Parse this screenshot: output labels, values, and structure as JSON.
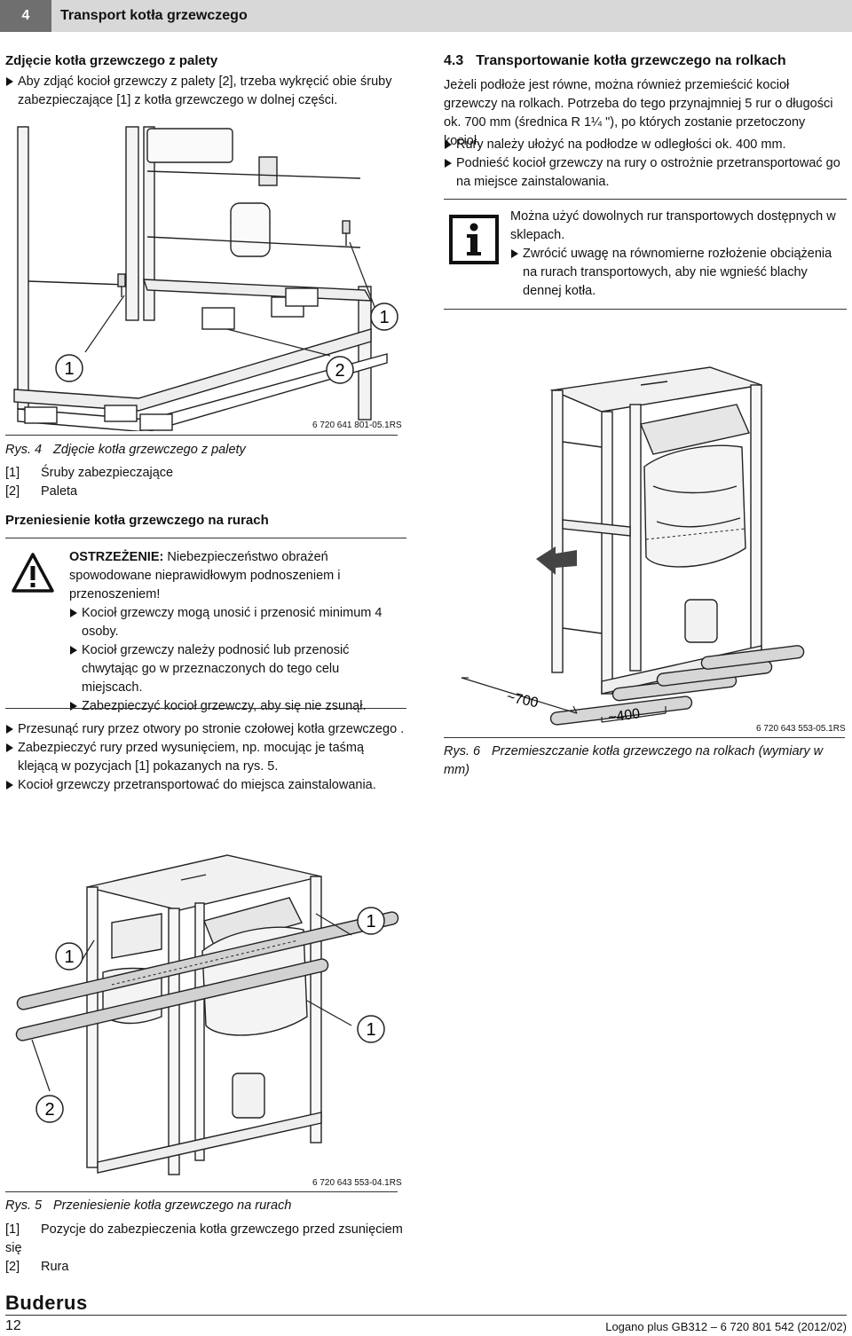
{
  "header": {
    "chapter_number": "4",
    "chapter_title": "Transport kotła grzewczego"
  },
  "left": {
    "pallet_heading": "Zdjęcie kotła grzewczego z palety",
    "pallet_step": "Aby zdjąć kocioł grzewczy z palety [2], trzeba wykręcić obie śruby zabezpieczające [1] z kotła grzewczego w dolnej części.",
    "fig4": {
      "code": "6 720 641 801-05.1RS",
      "markers": [
        "1",
        "1",
        "2"
      ]
    },
    "fig4_caption_label": "Rys. 4",
    "fig4_caption_text": "Zdjęcie kotła grzewczego z palety",
    "fig4_legend": [
      {
        "key": "[1]",
        "text": "Śruby zabezpieczające"
      },
      {
        "key": "[2]",
        "text": "Paleta"
      }
    ],
    "pipes_heading": "Przeniesienie kotła grzewczego na rurach",
    "warning": {
      "title": "OSTRZEŻENIE:",
      "text": "Niebezpieczeństwo obrażeń spowodowane nieprawidłowym podnoszeniem i przenoszeniem!",
      "bullets": [
        "Kocioł grzewczy mogą unosić i przenosić minimum 4 osoby.",
        "Kocioł grzewczy należy podnosić lub przenosić chwytając go w przeznaczonych do tego celu miejscach.",
        "Zabezpieczyć kocioł grzewczy, aby się nie zsunął."
      ]
    },
    "pipe_steps": [
      "Przesunąć rury przez otwory po stronie czołowej kotła grzewczego .",
      "Zabezpieczyć rury przed wysunięciem, np. mocując je taśmą klejącą w pozycjach [1] pokazanych na rys. 5.",
      "Kocioł grzewczy przetransportować do miejsca zainstalowania."
    ]
  },
  "right": {
    "section_number": "4.3",
    "section_title": "Transportowanie kotła grzewczego na rolkach",
    "intro": "Jeżeli podłoże jest równe, można również przemieścić kocioł grzewczy na rolkach. Potrzeba do tego przynajmniej 5 rur o długości ok. 700 mm (średnica R 1¼ \"), po których zostanie przetoczony kocioł.",
    "steps": [
      "Rury należy ułożyć na podłodze w odległości ok. 400 mm.",
      "Podnieść kocioł grzewczy na rury o ostrożnie przetransportować go na miejsce zainstalowania."
    ],
    "info": {
      "text": "Można użyć dowolnych rur transportowych dostępnych w sklepach.",
      "bullet": "Zwrócić uwagę na równomierne rozłożenie obciążenia na rurach transportowych, aby nie wgnieść blachy dennej kotła."
    },
    "fig6": {
      "code": "6 720 643 553-05.1RS",
      "dim1": "~700",
      "dim2": "~400"
    },
    "fig6_caption_label": "Rys. 6",
    "fig6_caption_text": "Przemieszczanie kotła grzewczego na rolkach (wymiary w mm)"
  },
  "fig5": {
    "code": "6 720 643 553-04.1RS",
    "markers": [
      "1",
      "1",
      "1",
      "2"
    ]
  },
  "fig5_caption_label": "Rys. 5",
  "fig5_caption_text": "Przeniesienie kotła grzewczego na rurach",
  "fig5_legend": [
    {
      "key": "[1]",
      "text": "Pozycje do zabezpieczenia kotła grzewczego przed zsunięciem się"
    },
    {
      "key": "[2]",
      "text": "Rura"
    }
  ],
  "footer": {
    "brand": "Buderus",
    "page_number": "12",
    "doc_ref": "Logano plus GB312 – 6 720 801 542 (2012/02)"
  }
}
